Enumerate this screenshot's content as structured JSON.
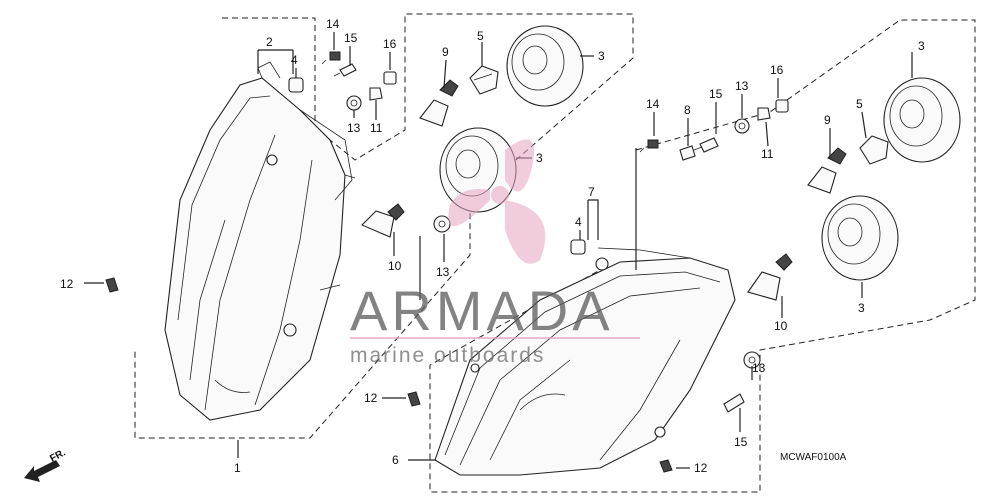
{
  "diagram": {
    "code": "MCWAF0100A",
    "front_indicator": "FR.",
    "watermark": {
      "brand": "ARMADA",
      "tagline": "marine outboards"
    },
    "callouts": [
      {
        "id": "c1",
        "label": "1"
      },
      {
        "id": "c2",
        "label": "2"
      },
      {
        "id": "c4a",
        "label": "4"
      },
      {
        "id": "c14a",
        "label": "14"
      },
      {
        "id": "c15a",
        "label": "15"
      },
      {
        "id": "c16a",
        "label": "16"
      },
      {
        "id": "c13a",
        "label": "13"
      },
      {
        "id": "c11a",
        "label": "11"
      },
      {
        "id": "c9a",
        "label": "9"
      },
      {
        "id": "c5a",
        "label": "5"
      },
      {
        "id": "c3a",
        "label": "3"
      },
      {
        "id": "c3b",
        "label": "3"
      },
      {
        "id": "c10a",
        "label": "10"
      },
      {
        "id": "c13b",
        "label": "13"
      },
      {
        "id": "c12a",
        "label": "12"
      },
      {
        "id": "c14b",
        "label": "14"
      },
      {
        "id": "c8",
        "label": "8"
      },
      {
        "id": "c15b",
        "label": "15"
      },
      {
        "id": "c13c",
        "label": "13"
      },
      {
        "id": "c16b",
        "label": "16"
      },
      {
        "id": "c11b",
        "label": "11"
      },
      {
        "id": "c7",
        "label": "7"
      },
      {
        "id": "c4b",
        "label": "4"
      },
      {
        "id": "c3c",
        "label": "3"
      },
      {
        "id": "c5b",
        "label": "5"
      },
      {
        "id": "c9b",
        "label": "9"
      },
      {
        "id": "c3d",
        "label": "3"
      },
      {
        "id": "c10b",
        "label": "10"
      },
      {
        "id": "c12b",
        "label": "12"
      },
      {
        "id": "c13d",
        "label": "13"
      },
      {
        "id": "c15c",
        "label": "15"
      },
      {
        "id": "c6",
        "label": "6"
      },
      {
        "id": "c12c",
        "label": "12"
      }
    ]
  }
}
